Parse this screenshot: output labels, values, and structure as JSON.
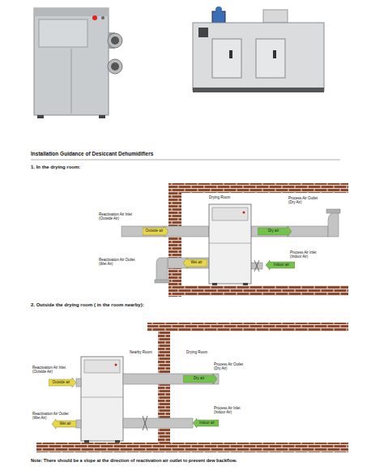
{
  "diagram": {
    "title": "Installation Guidance of Desiccant Dehumidifiers",
    "nodes": [
      {
        "text": [
          "Outside air"
        ]
      },
      {
        "text": [
          "Dry air"
        ]
      },
      {
        "text": [
          "Wet air"
        ]
      },
      {
        "text": [
          "Indoor air"
        ]
      },
      {
        "text": [
          "Outside air"
        ]
      },
      {
        "text": [
          "Dry air"
        ]
      },
      {
        "text": [
          "Indoor air"
        ]
      },
      {
        "text": [
          "Wet air"
        ]
      }
    ],
    "labels": [
      "1. In the drying room:",
      "Drying Room",
      "Process Air Outlet (Dry Air)",
      "Reactivation Air Inlet (Outside Air)",
      "Reactivation Air Outlet (Wet Air)",
      "Process Air Inlet (Indoor Air)",
      "2. Outside the drying room ( in the room nearby):",
      "Nearby Room",
      "Drying Room",
      "Reactivation Air Inlet (Outside Air)",
      "Process Air Outlet (Dry Air)",
      "Process Air Inlet (Indoor Air)",
      "Reactivation Air Outlet (Wet Air)",
      "Note: There should be a slope at the direction of reactivation air outlet to prevent dew backflow."
    ]
  }
}
